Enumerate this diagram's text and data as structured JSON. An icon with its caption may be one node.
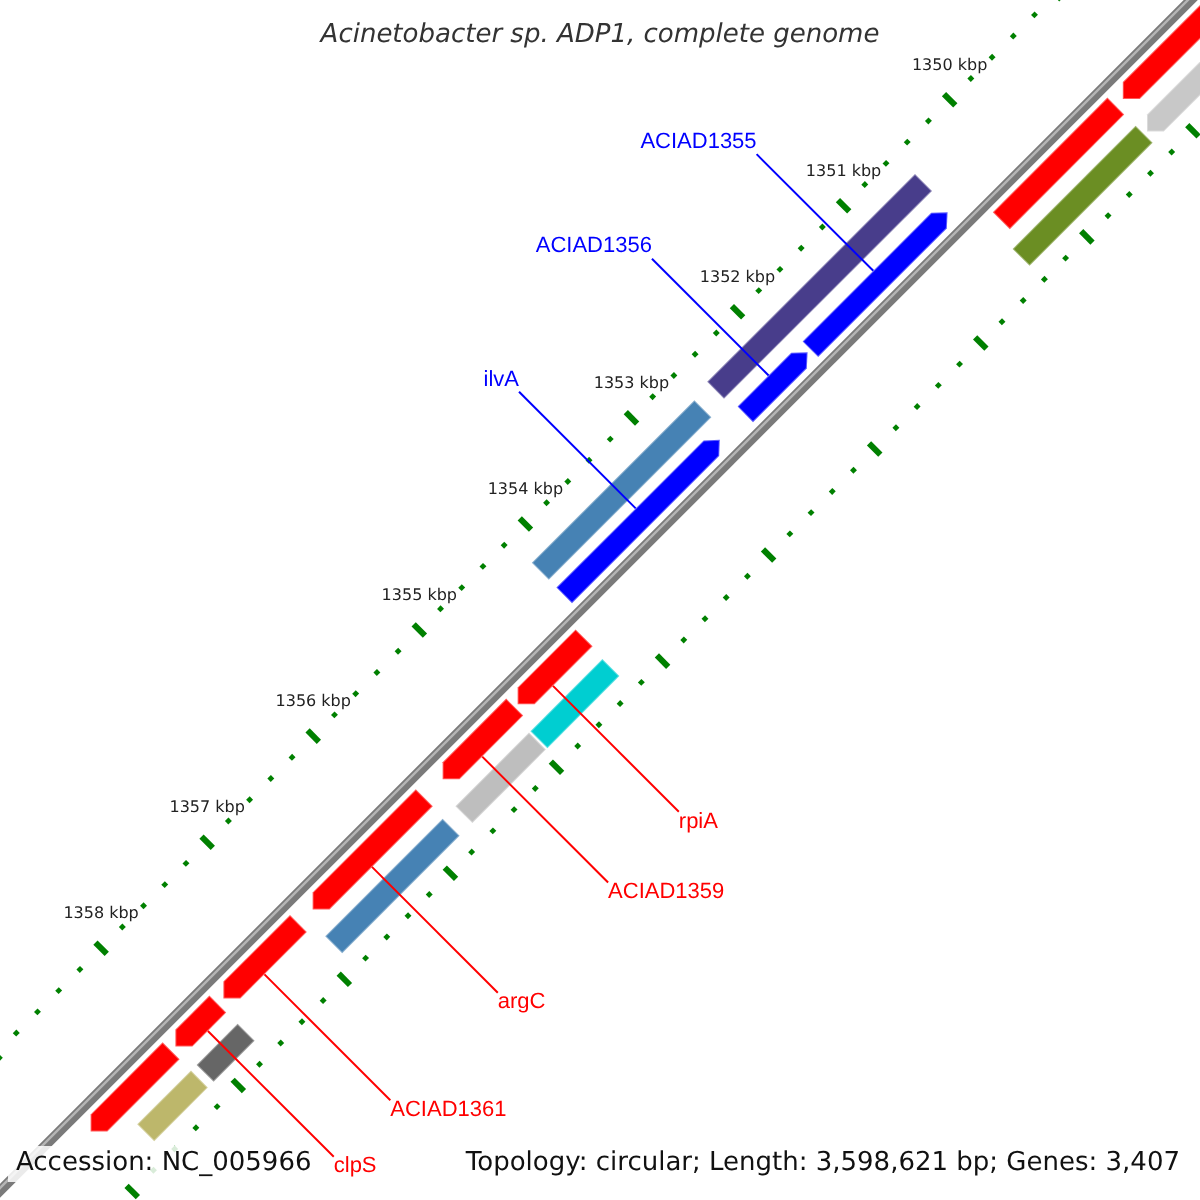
{
  "diagram": {
    "title": "Acinetobacter sp. ADP1, complete genome",
    "nodes": [
      {
        "text": [
          "ACIAD1355"
        ]
      },
      {
        "text": [
          "ACIAD1356"
        ]
      },
      {
        "text": [
          "ilvA"
        ]
      },
      {
        "text": [
          "rpiA"
        ]
      },
      {
        "text": [
          "ACIAD1359"
        ]
      },
      {
        "text": [
          "argC"
        ]
      },
      {
        "text": [
          "ACIAD1361"
        ]
      },
      {
        "text": [
          "clpS"
        ]
      },
      {
        "text": [],
        "shape": "arrow"
      },
      {
        "text": [],
        "shape": "arrow"
      },
      {
        "text": [],
        "shape": "arrow"
      },
      {
        "text": [],
        "shape": "arrow"
      },
      {
        "text": [],
        "shape": "arrow"
      },
      {
        "text": [],
        "shape": "arrow"
      },
      {
        "text": [],
        "shape": "arrow"
      },
      {
        "text": [],
        "shape": "arrow"
      },
      {
        "text": [],
        "shape": "arrow"
      },
      {
        "text": [],
        "shape": "bar"
      },
      {
        "text": [],
        "shape": "arrow"
      },
      {
        "text": [],
        "shape": "bar"
      },
      {
        "text": [],
        "shape": "bar"
      },
      {
        "text": [],
        "shape": "bar"
      },
      {
        "text": [],
        "shape": "bar"
      },
      {
        "text": [],
        "shape": "bar"
      },
      {
        "text": [],
        "shape": "bar"
      },
      {
        "text": [],
        "shape": "bar"
      },
      {
        "text": [],
        "shape": "arrow"
      },
      {
        "text": [],
        "shape": "bar"
      }
    ],
    "edges": [
      {
        "from": 0,
        "to": 8,
        "arrow": "none",
        "color": "#0000ff"
      },
      {
        "from": 1,
        "to": 9,
        "arrow": "none",
        "color": "#0000ff"
      },
      {
        "from": 2,
        "to": 10,
        "arrow": "none",
        "color": "#0000ff"
      },
      {
        "from": 3,
        "to": 11,
        "arrow": "none",
        "color": "#ff0000"
      },
      {
        "from": 4,
        "to": 12,
        "arrow": "none",
        "color": "#ff0000"
      },
      {
        "from": 5,
        "to": 13,
        "arrow": "none",
        "color": "#ff0000"
      },
      {
        "from": 6,
        "to": 14,
        "arrow": "none",
        "color": "#ff0000"
      },
      {
        "from": 7,
        "to": 15,
        "arrow": "none",
        "color": "#ff0000"
      }
    ],
    "labels": [
      "1350 kbp",
      "1351 kbp",
      "1352 kbp",
      "1353 kbp",
      "1354 kbp",
      "1355 kbp",
      "1356 kbp",
      "1357 kbp",
      "1358 kbp",
      "Accession: NC_005966",
      "Topology: circular; Length: 3,598,621 bp; Genes: 3,407"
    ]
  }
}
